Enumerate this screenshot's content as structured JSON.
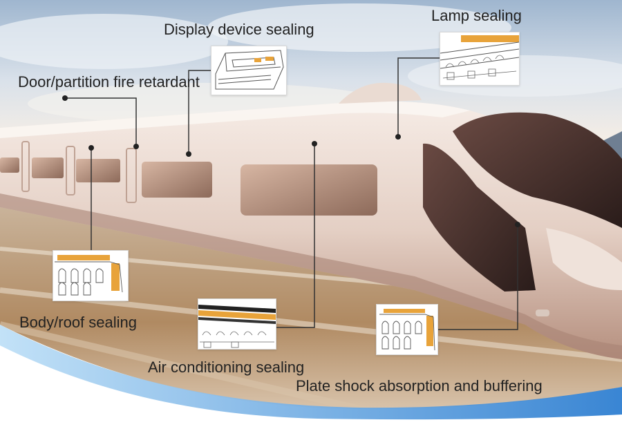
{
  "callouts": {
    "lamp": "Lamp sealing",
    "display": "Display device sealing",
    "door": "Door/partition fire retardant",
    "body_roof": "Body/roof sealing",
    "air_conditioning": "Air conditioning sealing",
    "plate_shock": "Plate shock absorption and buffering"
  },
  "colors": {
    "accent_orange": "#e8a33a",
    "line": "#333333",
    "wave_blue": "#2f7fd1"
  }
}
